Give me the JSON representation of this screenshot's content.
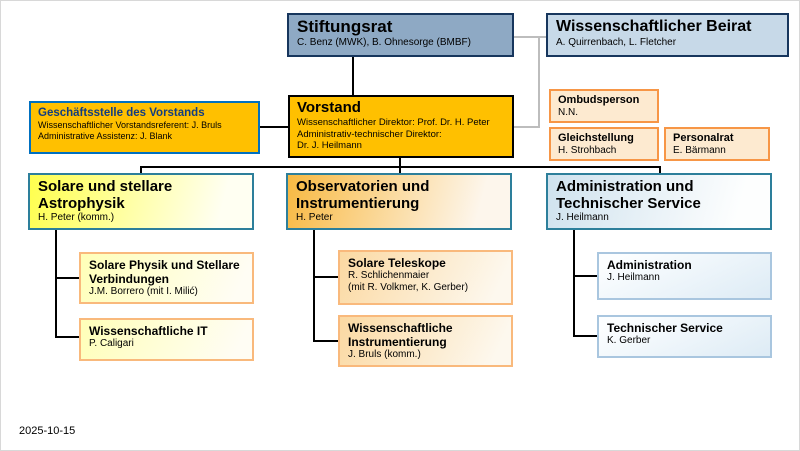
{
  "page": {
    "date": "2025-10-15"
  },
  "colors": {
    "gold": "#ffc000",
    "governance_fill": "#8ea9c4",
    "governance_light_fill": "#c7d9e8",
    "governance_border": "#17365d",
    "cream_fill": "#fdead0",
    "cream_border": "#f79646",
    "dept_border": "#2d7f9b",
    "blue_box_border": "#0070c0",
    "sub_blue_border": "#a9c6df",
    "connector_black": "#000000",
    "connector_gray": "#bdbdbd"
  },
  "boxes": {
    "stiftungsrat": {
      "title": "Stiftungsrat",
      "subtitle": "C. Benz (MWK), B. Ohnesorge (BMBF)"
    },
    "beirat": {
      "title": "Wissenschaftlicher Beirat",
      "subtitle": "A. Quirrenbach, L. Fletcher"
    },
    "geschaeftsstelle": {
      "title": "Geschäftsstelle  des Vorstands",
      "line1": "Wissenschaftlicher Vorstandsreferent: J. Bruls",
      "line2": "Administrative Assistenz: J. Blank"
    },
    "vorstand": {
      "title": "Vorstand",
      "line1": "Wissenschaftlicher Direktor: Prof. Dr. H. Peter",
      "line2": "Administrativ-technischer Direktor:",
      "line3": "Dr. J. Heilmann"
    },
    "ombudsperson": {
      "title": "Ombudsperson",
      "subtitle": "N.N."
    },
    "gleichstellung": {
      "title": "Gleichstellung",
      "subtitle": "H. Strohbach"
    },
    "personalrat": {
      "title": "Personalrat",
      "subtitle": "E. Bärmann"
    },
    "dept_solar": {
      "title": "Solare und stellare Astrophysik",
      "subtitle": "H. Peter (komm.)"
    },
    "dept_obs": {
      "title": "Observatorien und Instrumentierung",
      "subtitle": "H. Peter"
    },
    "dept_admin": {
      "title": "Administration und Technischer Service",
      "subtitle": "J. Heilmann"
    },
    "sub_solare_physik": {
      "title": "Solare Physik und Stellare Verbindungen",
      "subtitle": "J.M. Borrero (mit I. Milić)"
    },
    "sub_wiss_it": {
      "title": "Wissenschaftliche IT",
      "subtitle": "P. Caligari"
    },
    "sub_teleskope": {
      "title": "Solare Teleskope",
      "line1": "R. Schlichenmaier",
      "line2": "(mit R. Volkmer, K. Gerber)"
    },
    "sub_instrumentierung": {
      "title": "Wissenschaftliche Instrumentierung",
      "subtitle": "J. Bruls (komm.)"
    },
    "sub_administration": {
      "title": "Administration",
      "subtitle": "J. Heilmann"
    },
    "sub_tech_service": {
      "title": "Technischer Service",
      "subtitle": "K. Gerber"
    }
  }
}
